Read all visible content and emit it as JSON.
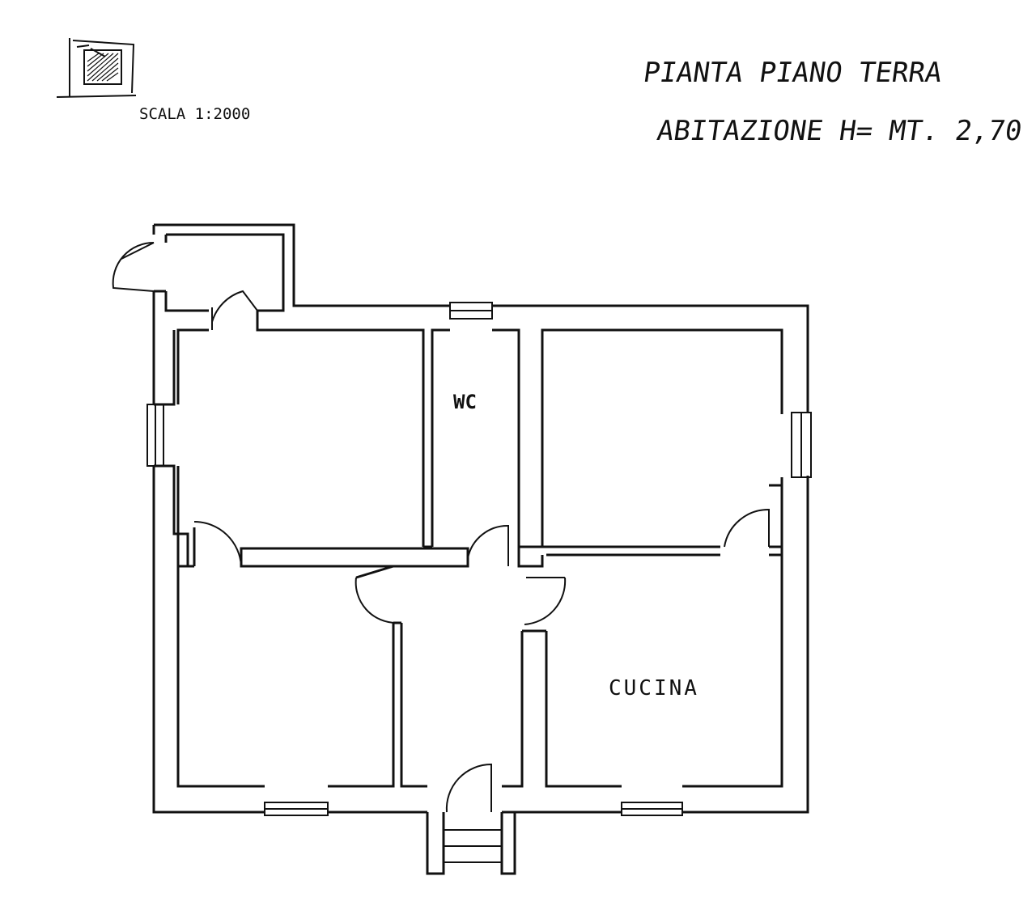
{
  "title": {
    "line1": "PIANTA PIANO TERRA",
    "line2": "ABITAZIONE H= MT. 2,70"
  },
  "scale_label": "SCALA 1:2000",
  "rooms": {
    "wc": "WC",
    "kitchen": "CUCINA"
  },
  "colors": {
    "ink": "#111111",
    "paper": "#ffffff"
  }
}
